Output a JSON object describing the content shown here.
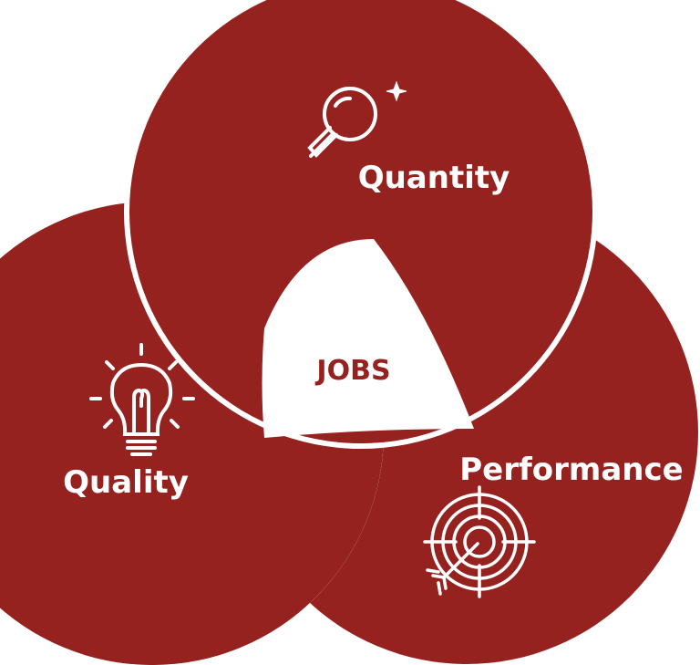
{
  "diagram": {
    "center_label": "JOBS",
    "circles": [
      {
        "id": "quantity",
        "label": "Quantity",
        "icon": "magnifier-sparkle-icon"
      },
      {
        "id": "quality",
        "label": "Quality",
        "icon": "lightbulb-icon"
      },
      {
        "id": "performance",
        "label": "Performance",
        "icon": "target-arrow-icon"
      }
    ]
  },
  "colors": {
    "circle_fill": "#962220",
    "circle_text": "#ffffff",
    "center_text": "#962220",
    "background": "#ffffff"
  }
}
